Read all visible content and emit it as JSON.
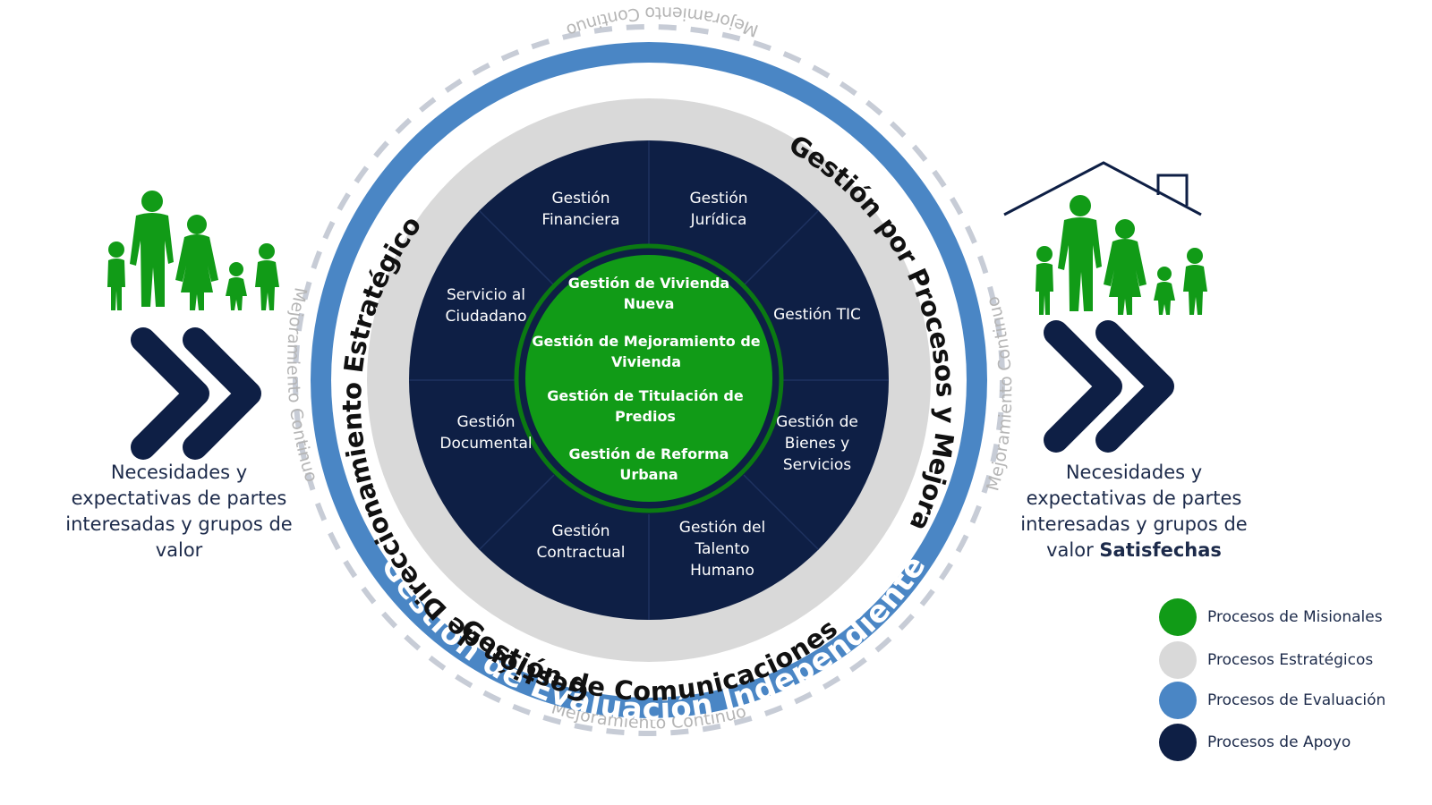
{
  "colors": {
    "misional": "#119b17",
    "misional_dark": "#0b7a12",
    "estrategico": "#d9d9d9",
    "evaluacion": "#4a86c5",
    "apoyo": "#0e1f45",
    "navy_text": "#1c2a4a",
    "dash_gray": "#c7ccd6",
    "continuo_text": "#b5b5b5"
  },
  "continuous_improvement": {
    "label_top": "Mejoramiento Continuo",
    "label_left": "Mejoramiento Continuo",
    "label_right": "Mejoramiento Continuo",
    "label_bottom": "Mejoramiento Continuo"
  },
  "evaluation_ring": {
    "label": "Gestión de Evaluación Independiente"
  },
  "strategic_ring": {
    "top_left": "Gestión de Direccionamiento Estratégico",
    "right": "Gestión por Procesos y Mejora",
    "bottom": "Gestión de Comunicaciones"
  },
  "support_processes": [
    {
      "lines": [
        "Gestión",
        "Financiera"
      ]
    },
    {
      "lines": [
        "Gestión",
        "Jurídica"
      ]
    },
    {
      "lines": [
        "Gestión TIC"
      ]
    },
    {
      "lines": [
        "Gestión de",
        "Bienes y",
        "Servicios"
      ]
    },
    {
      "lines": [
        "Gestión del",
        "Talento",
        "Humano"
      ]
    },
    {
      "lines": [
        "Gestión",
        "Contractual"
      ]
    },
    {
      "lines": [
        "Gestión",
        "Documental"
      ]
    },
    {
      "lines": [
        "Servicio al",
        "Ciudadano"
      ]
    }
  ],
  "mission_processes": [
    {
      "lines": [
        "Gestión de Vivienda",
        "Nueva"
      ]
    },
    {
      "lines": [
        "Gestión de Mejoramiento de",
        "Vivienda"
      ]
    },
    {
      "lines": [
        "Gestión de Titulación de",
        "Predios"
      ]
    },
    {
      "lines": [
        "Gestión de Reforma",
        "Urbana"
      ]
    }
  ],
  "left_panel": {
    "text_l1": "Necesidades y",
    "text_l2": "expectativas de partes",
    "text_l3": "interesadas y grupos de",
    "text_l4": "valor",
    "icons": [
      "family-icon",
      "double-chevron-right-icon"
    ]
  },
  "right_panel": {
    "text_l1": "Necesidades y",
    "text_l2": "expectativas de partes",
    "text_l3": "interesadas y grupos de",
    "text_l4_prefix": "valor",
    "text_l4_bold": "Satisfechas",
    "icons": [
      "house-icon",
      "family-icon",
      "double-chevron-right-icon"
    ]
  },
  "legend": [
    {
      "label": "Procesos de Misionales",
      "color": "#119b17"
    },
    {
      "label": "Procesos Estratégicos",
      "color": "#d9d9d9"
    },
    {
      "label": "Procesos de Evaluación",
      "color": "#4a86c5"
    },
    {
      "label": "Procesos de Apoyo",
      "color": "#0e1f45"
    }
  ]
}
